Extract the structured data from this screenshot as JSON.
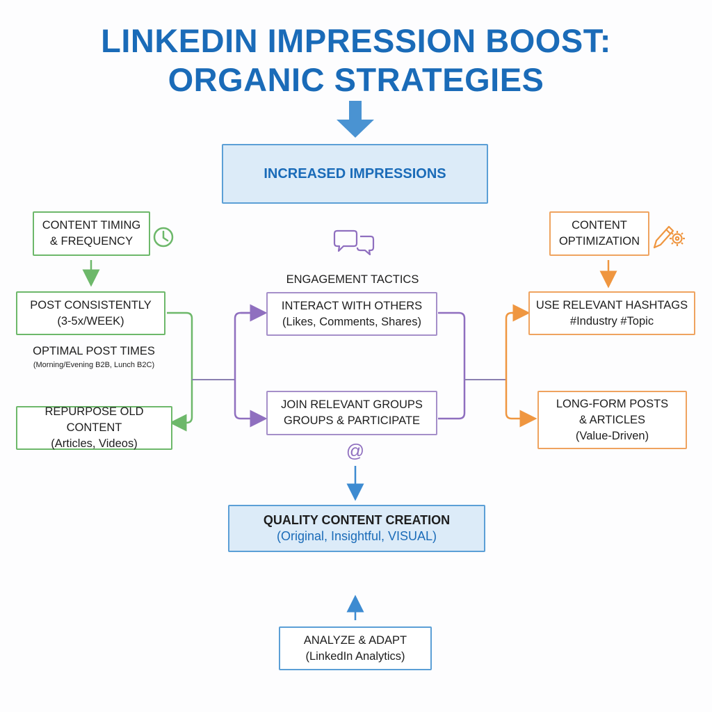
{
  "title": {
    "line1": "LINKEDIN IMPRESSION BOOST:",
    "line2": "ORGANIC STRATEGIES"
  },
  "top": {
    "label": "INCREASED IMPRESSIONS"
  },
  "left": {
    "header": {
      "line1": "CONTENT TIMING",
      "line2": "& FREQUENCY",
      "icon": "clock-icon"
    },
    "post_consistently": {
      "line1": "POST CONSISTENTLY",
      "line2": "(3-5x/WEEK)"
    },
    "optimal": {
      "line1": "OPTIMAL POST TIMES",
      "line2": "(Morning/Evening B2B, Lunch B2C)"
    },
    "repurpose": {
      "line1": "REPURPOSE OLD CONTENT",
      "line2": "(Articles, Videos)"
    }
  },
  "center": {
    "icon": "chat-bubbles-icon",
    "header": "ENGAGEMENT TACTICS",
    "interact": {
      "line1": "INTERACT WITH OTHERS",
      "line2": "(Likes, Comments, Shares)"
    },
    "groups": {
      "line1": "JOIN RELEVANT GROUPS",
      "line2": "GROUPS & PARTICIPATE"
    },
    "at_icon": "at-sign-icon"
  },
  "right": {
    "header": {
      "line1": "CONTENT",
      "line2": "OPTIMIZATION",
      "icon": "pencil-gear-icon"
    },
    "hashtags": {
      "line1": "USE RELEVANT HASHTAGS",
      "line2": "#Industry #Topic"
    },
    "longform": {
      "line1": "LONG-FORM POSTS",
      "line2": "& ARTICLES",
      "line3": "(Value-Driven)"
    }
  },
  "quality": {
    "line1": "QUALITY CONTENT CREATION",
    "line2": "(Original, Insightful, VISUAL)"
  },
  "analyze": {
    "line1": "ANALYZE & ADAPT",
    "line2": "(LinkedIn Analytics)"
  },
  "colors": {
    "title_blue": "#1a6bb8",
    "green": "#6db86a",
    "purple": "#8f6fbf",
    "orange": "#ef9640",
    "blue": "#3d8bd1"
  }
}
